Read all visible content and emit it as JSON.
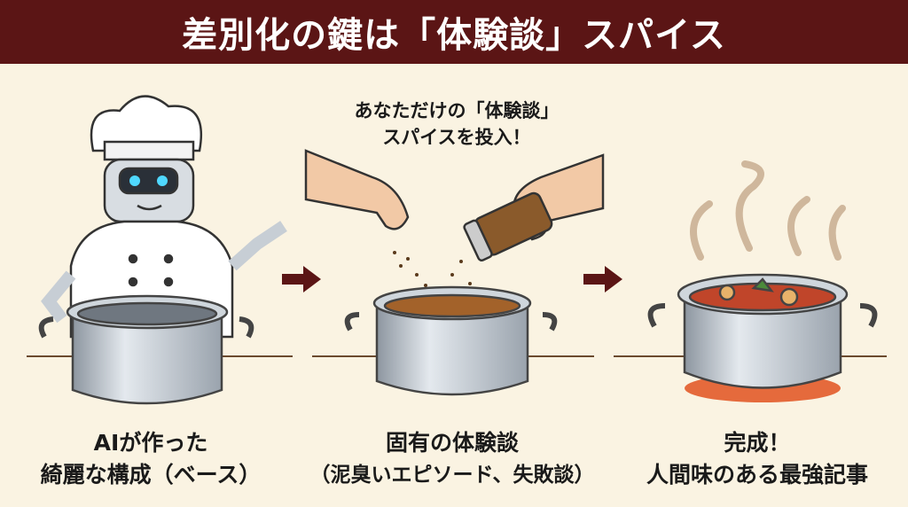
{
  "title": "差別化の鍵は「体験談」スパイス",
  "callout": {
    "line1": "あなただけの「体験談」",
    "line2": "スパイスを投入！"
  },
  "steps": [
    {
      "line1": "AIが作った",
      "line2": "綺麗な構成（ベース）"
    },
    {
      "line1": "固有の体験談",
      "line2": "（泥臭いエピソード、失敗談）"
    },
    {
      "line1": "完成！",
      "line2": "人間味のある最強記事"
    }
  ],
  "colors": {
    "header": "#5b1515",
    "background": "#faf3e2",
    "arrow": "#5b1515"
  }
}
